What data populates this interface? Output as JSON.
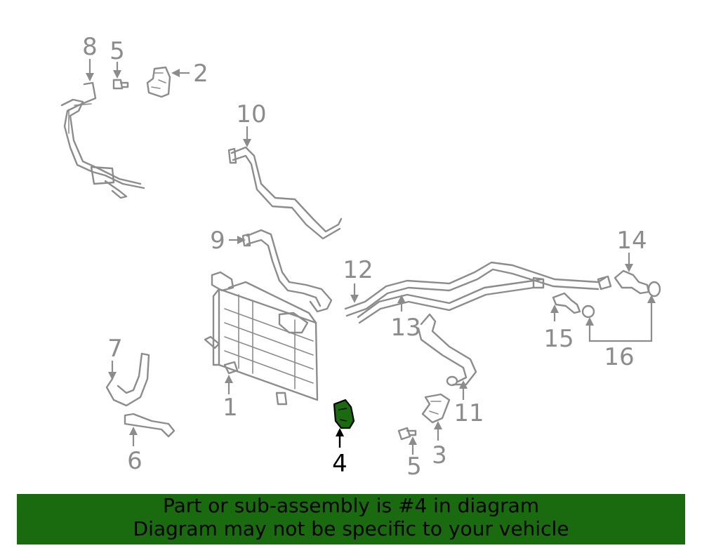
{
  "callouts": {
    "c1": "1",
    "c2": "2",
    "c3": "3",
    "c4": "4",
    "c5a": "5",
    "c5b": "5",
    "c6": "6",
    "c7": "7",
    "c8": "8",
    "c9": "9",
    "c10": "10",
    "c11": "11",
    "c12": "12",
    "c13": "13",
    "c14": "14",
    "c15": "15",
    "c16": "16"
  },
  "highlighted_part": "4",
  "colors": {
    "highlight": "#1a6a0f",
    "line_art": "#8c8c8c",
    "banner": "#1a6a0f"
  },
  "banner": {
    "line1": "Part or sub-assembly is #4 in diagram",
    "line2": "Diagram may not be specific to your vehicle"
  }
}
